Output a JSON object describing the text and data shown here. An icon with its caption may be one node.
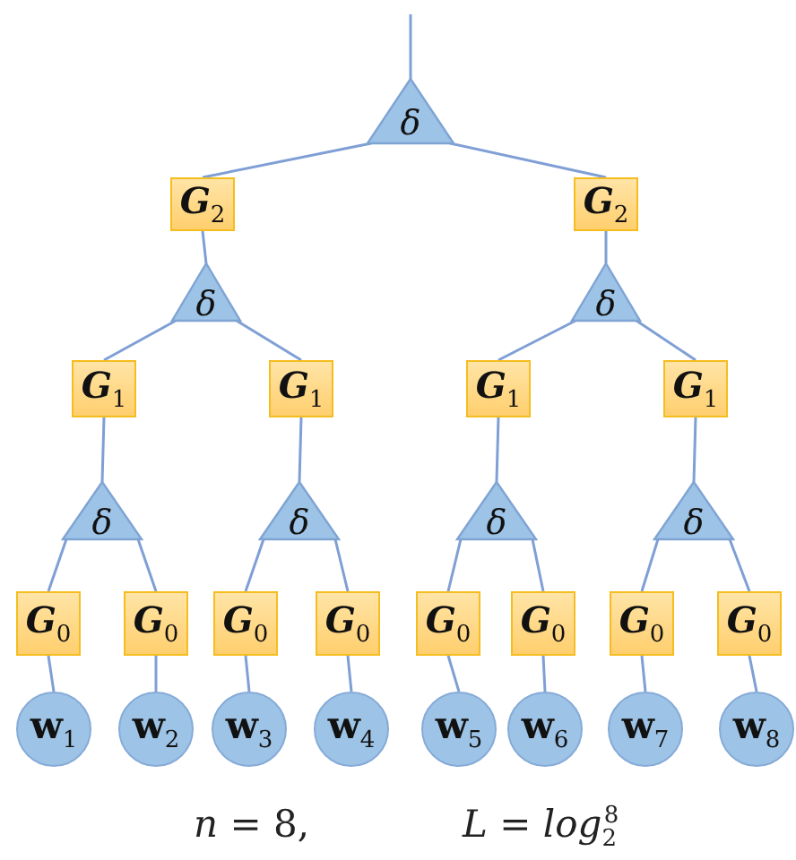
{
  "diagram": {
    "nodes": [
      {
        "text": [
          "δ"
        ]
      },
      {
        "text": [
          "**G**$_{2}$"
        ]
      },
      {
        "text": [
          "**G**$_{2}$"
        ]
      },
      {
        "text": [
          "δ"
        ]
      },
      {
        "text": [
          "δ"
        ]
      },
      {
        "text": [
          "**G**$_{1}$"
        ]
      },
      {
        "text": [
          "**G**$_{1}$"
        ]
      },
      {
        "text": [
          "**G**$_{1}$"
        ]
      },
      {
        "text": [
          "**G**$_{1}$"
        ]
      },
      {
        "text": [
          "δ"
        ]
      },
      {
        "text": [
          "δ"
        ]
      },
      {
        "text": [
          "δ"
        ]
      },
      {
        "text": [
          "δ"
        ]
      },
      {
        "text": [
          "**G**$_{0}$"
        ]
      },
      {
        "text": [
          "**G**$_{0}$"
        ]
      },
      {
        "text": [
          "**G**$_{0}$"
        ]
      },
      {
        "text": [
          "**G**$_{0}$"
        ]
      },
      {
        "text": [
          "**G**$_{0}$"
        ]
      },
      {
        "text": [
          "**G**$_{0}$"
        ]
      },
      {
        "text": [
          "**G**$_{0}$"
        ]
      },
      {
        "text": [
          "**G**$_{0}$"
        ]
      },
      {
        "text": [
          "**w**$_{1}$"
        ]
      },
      {
        "text": [
          "**w**$_{2}$"
        ]
      },
      {
        "text": [
          "**w**$_{3}$"
        ]
      },
      {
        "text": [
          "**w**$_{4}$"
        ]
      },
      {
        "text": [
          "**w**$_{5}$"
        ]
      },
      {
        "text": [
          "**w**$_{6}$"
        ]
      },
      {
        "text": [
          "**w**$_{7}$"
        ]
      },
      {
        "text": [
          "**w**$_{8}$"
        ]
      }
    ],
    "edges": [
      {
        "from": null,
        "to": 0,
        "arrow": "none"
      },
      {
        "from": 0,
        "to": 1,
        "arrow": "none"
      },
      {
        "from": 0,
        "to": 2,
        "arrow": "none"
      },
      {
        "from": 1,
        "to": 3,
        "arrow": "none"
      },
      {
        "from": 2,
        "to": 4,
        "arrow": "none"
      },
      {
        "from": 3,
        "to": 5,
        "arrow": "none"
      },
      {
        "from": 3,
        "to": 6,
        "arrow": "none"
      },
      {
        "from": 4,
        "to": 7,
        "arrow": "none"
      },
      {
        "from": 4,
        "to": 8,
        "arrow": "none"
      },
      {
        "from": 5,
        "to": 9,
        "arrow": "none"
      },
      {
        "from": 6,
        "to": 10,
        "arrow": "none"
      },
      {
        "from": 7,
        "to": 11,
        "arrow": "none"
      },
      {
        "from": 8,
        "to": 12,
        "arrow": "none"
      },
      {
        "from": 9,
        "to": 13,
        "arrow": "none"
      },
      {
        "from": 9,
        "to": 14,
        "arrow": "none"
      },
      {
        "from": 10,
        "to": 15,
        "arrow": "none"
      },
      {
        "from": 10,
        "to": 16,
        "arrow": "none"
      },
      {
        "from": 11,
        "to": 17,
        "arrow": "none"
      },
      {
        "from": 11,
        "to": 18,
        "arrow": "none"
      },
      {
        "from": 12,
        "to": 19,
        "arrow": "none"
      },
      {
        "from": 12,
        "to": 20,
        "arrow": "none"
      },
      {
        "from": 13,
        "to": 21,
        "arrow": "none"
      },
      {
        "from": 14,
        "to": 22,
        "arrow": "none"
      },
      {
        "from": 15,
        "to": 23,
        "arrow": "none"
      },
      {
        "from": 16,
        "to": 24,
        "arrow": "none"
      },
      {
        "from": 17,
        "to": 25,
        "arrow": "none"
      },
      {
        "from": 18,
        "to": 26,
        "arrow": "none"
      },
      {
        "from": 19,
        "to": 27,
        "arrow": "none"
      },
      {
        "from": 20,
        "to": 28,
        "arrow": "none"
      }
    ],
    "labels": [
      "*n* = 8,",
      "*L* = *log*$_{2}$$^{8}$"
    ]
  }
}
